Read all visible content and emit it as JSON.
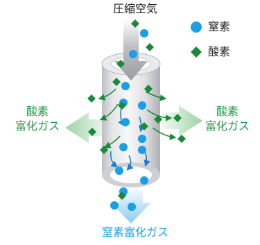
{
  "labels": {
    "compressed_air": "圧縮空気",
    "left_line1": "酸素",
    "left_line2": "富化ガス",
    "right_line1": "酸素",
    "right_line2": "富化ガス",
    "bottom": "窒素富化ガス"
  },
  "legend": {
    "nitrogen": "窒素",
    "oxygen": "酸素"
  },
  "colors": {
    "nitrogen": "#1a9ee6",
    "oxygen": "#1a8a3a",
    "output_text": "#2a9a4a",
    "bottom_text": "#1a9ee6"
  },
  "icons": {
    "nitrogen_marker": "blue-circle",
    "oxygen_marker": "green-diamond"
  }
}
